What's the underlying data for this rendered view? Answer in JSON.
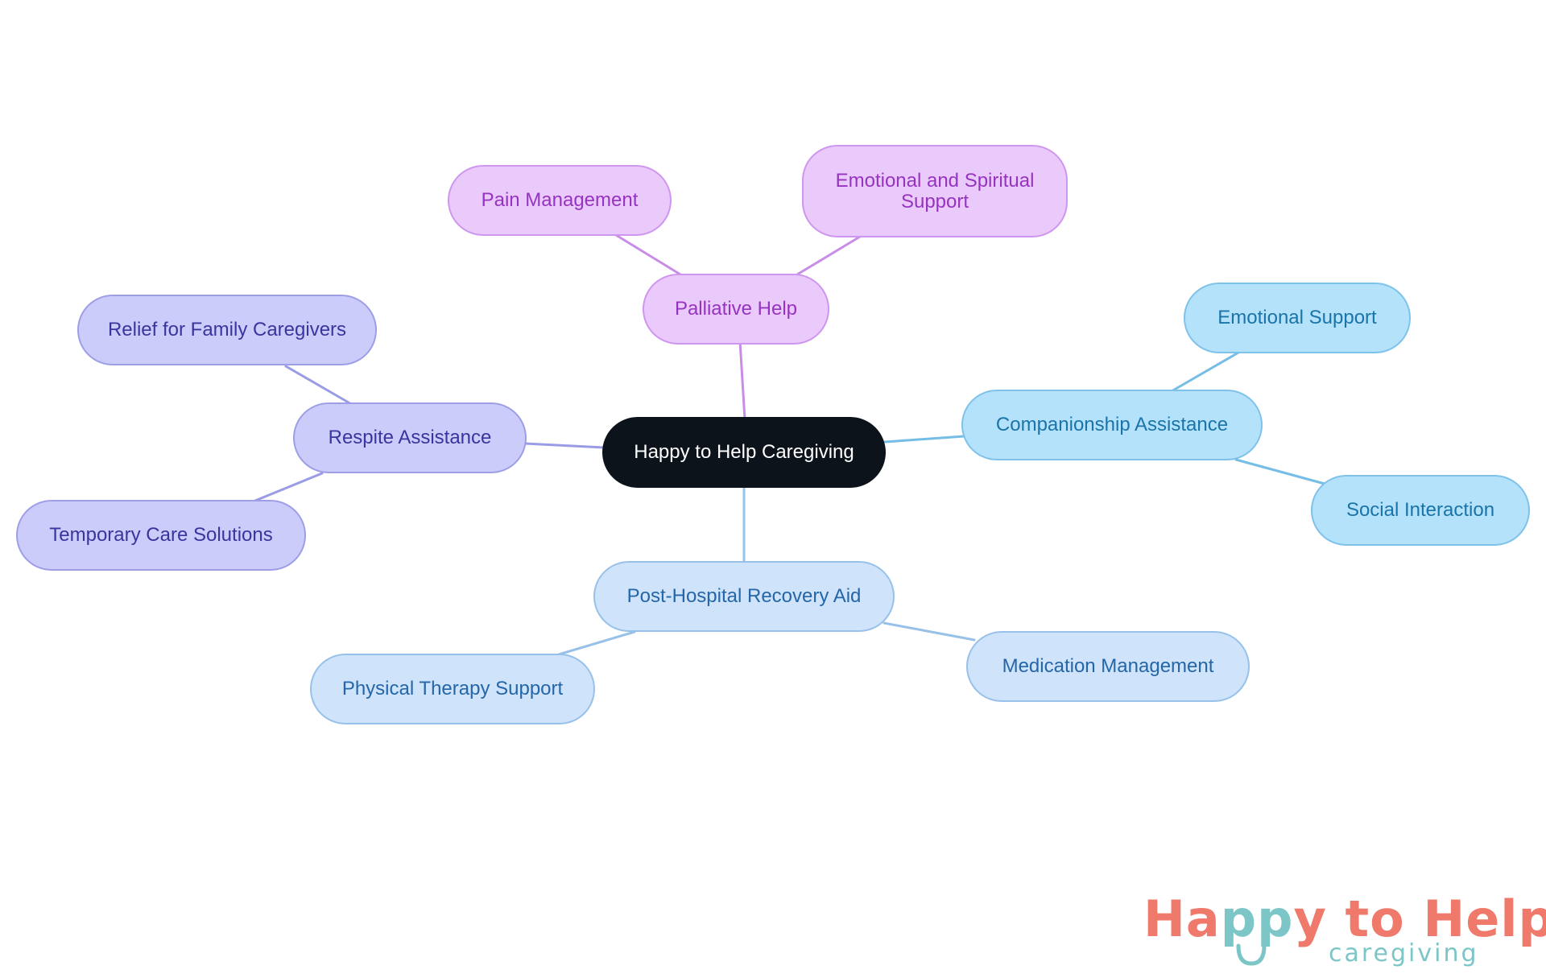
{
  "center": {
    "label": "Happy to Help Caregiving"
  },
  "branches": {
    "palliative": {
      "label": "Palliative Help",
      "children": [
        "Pain Management",
        "Emotional and Spiritual Support"
      ]
    },
    "respite": {
      "label": "Respite Assistance",
      "children": [
        "Relief for Family Caregivers",
        "Temporary Care Solutions"
      ]
    },
    "companionship": {
      "label": "Companionship Assistance",
      "children": [
        "Emotional Support",
        "Social Interaction"
      ]
    },
    "recovery": {
      "label": "Post-Hospital Recovery Aid",
      "children": [
        "Physical Therapy Support",
        "Medication Management"
      ]
    }
  },
  "logo": {
    "word_happy": "Ha",
    "word_pp": "pp",
    "word_y_rest": "y to Help",
    "tagline": "caregiving"
  },
  "colors": {
    "logo_coral": "#ef7a6b",
    "logo_teal": "#7cc6c8"
  }
}
